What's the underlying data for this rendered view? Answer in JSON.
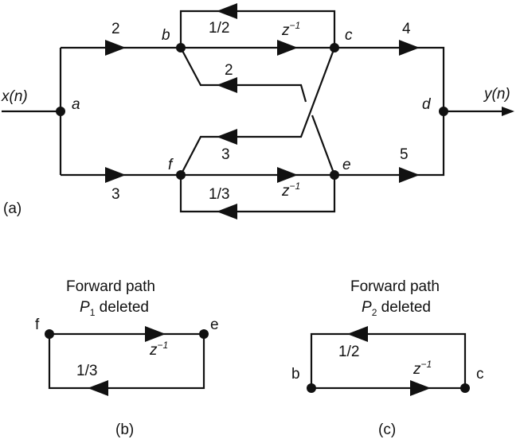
{
  "panel_a": {
    "caption": "(a)",
    "input_label": "x(n)",
    "output_label": "y(n)",
    "nodes": {
      "a": "a",
      "b": "b",
      "c": "c",
      "d": "d",
      "e": "e",
      "f": "f"
    },
    "gains": {
      "a_to_b": "2",
      "a_to_f": "3",
      "c_to_b": "1/2",
      "b_to_c": "z",
      "b_to_c_exp": "−1",
      "e_to_b": "2",
      "c_to_f": "3",
      "f_to_e": "z",
      "f_to_e_exp": "−1",
      "e_to_f": "1/3",
      "c_to_d": "4",
      "e_to_d": "5"
    }
  },
  "panel_b": {
    "caption": "(b)",
    "title_line1": "Forward path",
    "title_symbol": "P",
    "title_subscript": "1",
    "title_suffix": " deleted",
    "node_left": "f",
    "node_right": "e",
    "gain_top": "z",
    "gain_top_exp": "−1",
    "gain_bottom": "1/3"
  },
  "panel_c": {
    "caption": "(c)",
    "title_line1": "Forward path",
    "title_symbol": "P",
    "title_subscript": "2",
    "title_suffix": " deleted",
    "node_left": "b",
    "node_right": "c",
    "gain_top": "1/2",
    "gain_bottom": "z",
    "gain_bottom_exp": "−1"
  }
}
